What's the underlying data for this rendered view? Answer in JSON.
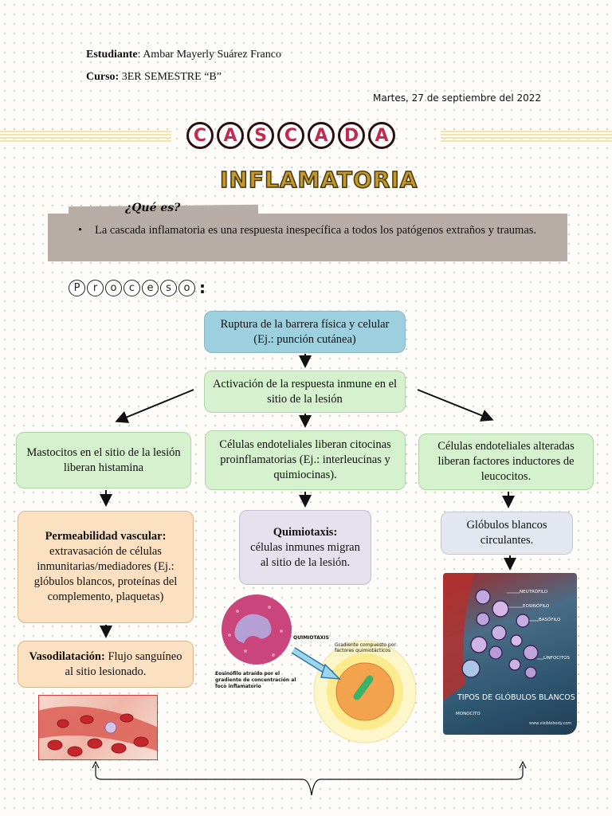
{
  "header": {
    "student_label": "Estudiante",
    "student_name": ": Ambar Mayerly Suárez Franco",
    "course_label": "Curso:",
    "course_value": " 3ER SEMESTRE “B”",
    "date": "Martes, 27 de septiembre del 2022"
  },
  "title": {
    "letters": [
      "C",
      "A",
      "S",
      "C",
      "A",
      "D",
      "A"
    ],
    "subtitle": "INFLAMATORIA"
  },
  "que_es": {
    "heading": "¿Qué es?",
    "bullet": "La cascada inflamatoria es una respuesta inespecífica a todos los patógenos extraños y traumas."
  },
  "proceso": {
    "letters": [
      "P",
      "r",
      "o",
      "c",
      "e",
      "s",
      "o"
    ],
    "colon": ":"
  },
  "flow": {
    "step1": "Ruptura de la barrera física y celular (Ej.: punción cutánea)",
    "step2": "Activación de la respuesta inmune en el sitio de la lesión",
    "left1": "Mastocitos en el sitio de la lesión liberan histamina",
    "mid1": "Células endoteliales liberan citocinas proinflamatorias (Ej.: interleucinas y quimiocinas).",
    "right1": "Células endoteliales alteradas liberan factores inductores de leucocitos.",
    "left2_title": "Permeabilidad vascular:",
    "left2_body": "extravasación de células inmunitarias/mediadores (Ej.: glóbulos blancos, proteínas del complemento, plaquetas)",
    "mid2_title": "Quimiotaxis:",
    "mid2_body": "células inmunes migran al sitio de la lesión.",
    "right2": "Glóbulos blancos circulantes.",
    "left3_title": "Vasodilatación:",
    "left3_body": " Flujo sanguíneo al sitio lesionado."
  },
  "figure_chemo": {
    "label_quimiotaxis": "QUIMIOTAXIS",
    "label_gradient": "Gradiente compuesto por factores quimiotácticos",
    "label_eosinophil": "Eosinófilo atraído por el gradiente de concentración al foco inflamatorio"
  },
  "figure_wbc": {
    "neutrofilo": "NEUTRÓFILO",
    "eosinofilo": "EOSINÓFILO",
    "basofilo": "BASÓFILO",
    "linfocitos": "LINFOCITOS",
    "monocito": "MONOCITO",
    "title": "TIPOS DE GLÓBULOS BLANCOS",
    "site": "www.visiblebody.com"
  },
  "colors": {
    "title_red": "#c32a4d",
    "subtitle_gold": "#c39a2a",
    "box_blue": "#9dd0de",
    "box_green": "#d5f1cd",
    "box_peach": "#fbe0c1",
    "box_lavender": "#e6e1ef"
  }
}
